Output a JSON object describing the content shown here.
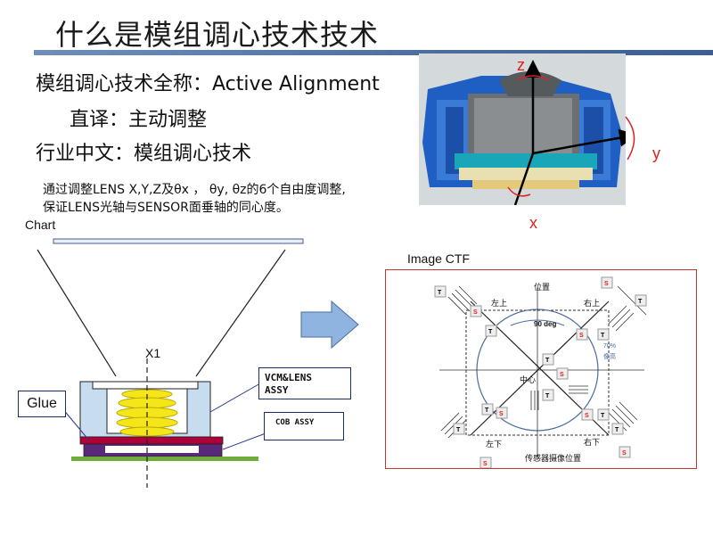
{
  "title": "什么是模组调心技术技术",
  "lines": {
    "fullname": "模组调心技术全称：Active  Alignment",
    "translation": "直译：主动调整",
    "industry": "行业中文：模组调心技术"
  },
  "description": {
    "line1": "通过调整LENS X,Y,Z及θx ，  θy, θz的6个自由度调整,",
    "line2": "保证LENS光轴与SENSOR面垂轴的同心度。"
  },
  "cad_axes": {
    "z": "z",
    "y": "y",
    "x": "x"
  },
  "diagram": {
    "chart_label": "Chart",
    "axis_label": "X1",
    "glue_label": "Glue",
    "vcm_label_1": "VCM&LENS",
    "vcm_label_2": "ASSY",
    "cob_label": "COB ASSY"
  },
  "ctf": {
    "heading": "Image CTF",
    "top_label": "位置",
    "top_left": "左上",
    "top_right": "右上",
    "angle": "90 deg",
    "center": "中心",
    "pct_1": "70%",
    "pct_2": "像高",
    "bottom_left": "左下",
    "bottom_right": "右下",
    "bottom_label": "传感器摄像位置",
    "t": "T",
    "s": "S"
  },
  "colors": {
    "accent_bar": "#4a6d9e",
    "axis_red": "#e02020",
    "ctf_border": "#c0392b",
    "lens_yellow": "#f5e61a",
    "vcm_blue": "#c8dcf0",
    "arrow_blue": "#8fb4e0"
  }
}
